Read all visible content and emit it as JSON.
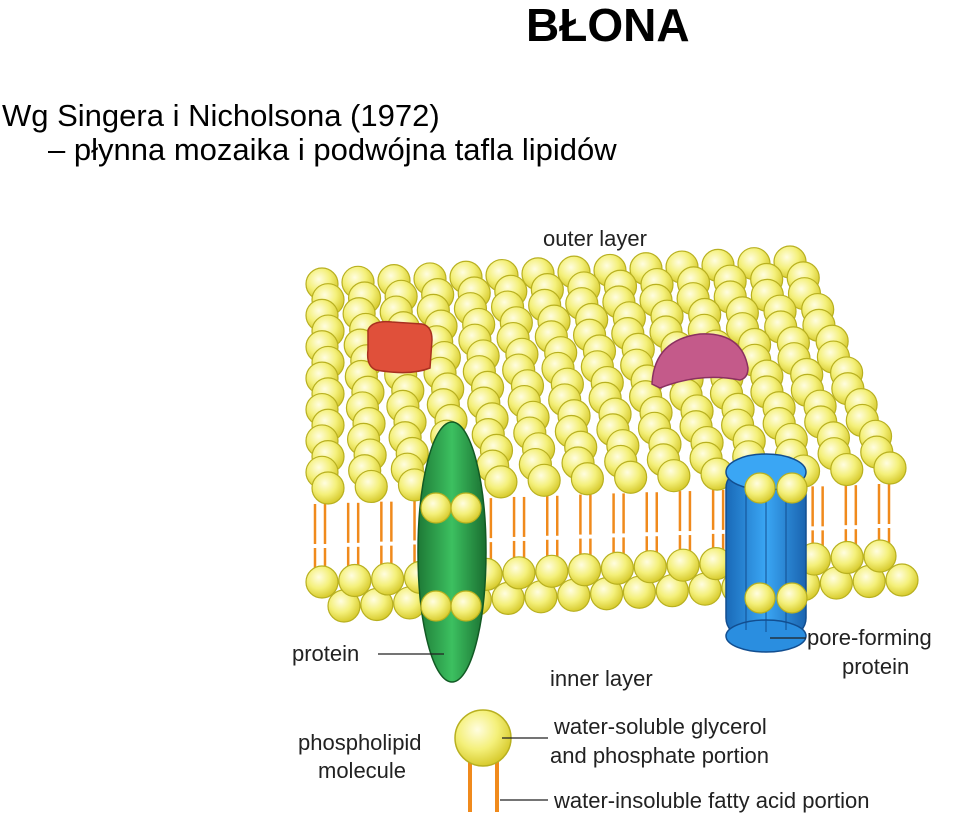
{
  "page": {
    "title": "BŁONA",
    "subtitle_line1": "Wg Singera i Nicholsona (1972)",
    "subtitle_line2": "– płynna mozaika i podwójna tafla lipidów"
  },
  "diagram": {
    "labels": {
      "outer_layer": "outer layer",
      "inner_layer": "inner layer",
      "protein": "protein",
      "pore_forming_1": "pore-forming",
      "pore_forming_2": "protein",
      "phospholipid_1": "phospholipid",
      "phospholipid_2": "molecule",
      "glycerol_1": "water-soluble glycerol",
      "glycerol_2": "and phosphate portion",
      "fatty_acid": "water-insoluble fatty acid portion"
    },
    "colors": {
      "head": "#f4f07a",
      "head_edge": "#b8b020",
      "tail": "#f08a1c",
      "protein_green": "#2aa04a",
      "protein_red": "#e0503a",
      "protein_pink": "#c45a8a",
      "protein_blue": "#2a8ee0"
    }
  }
}
